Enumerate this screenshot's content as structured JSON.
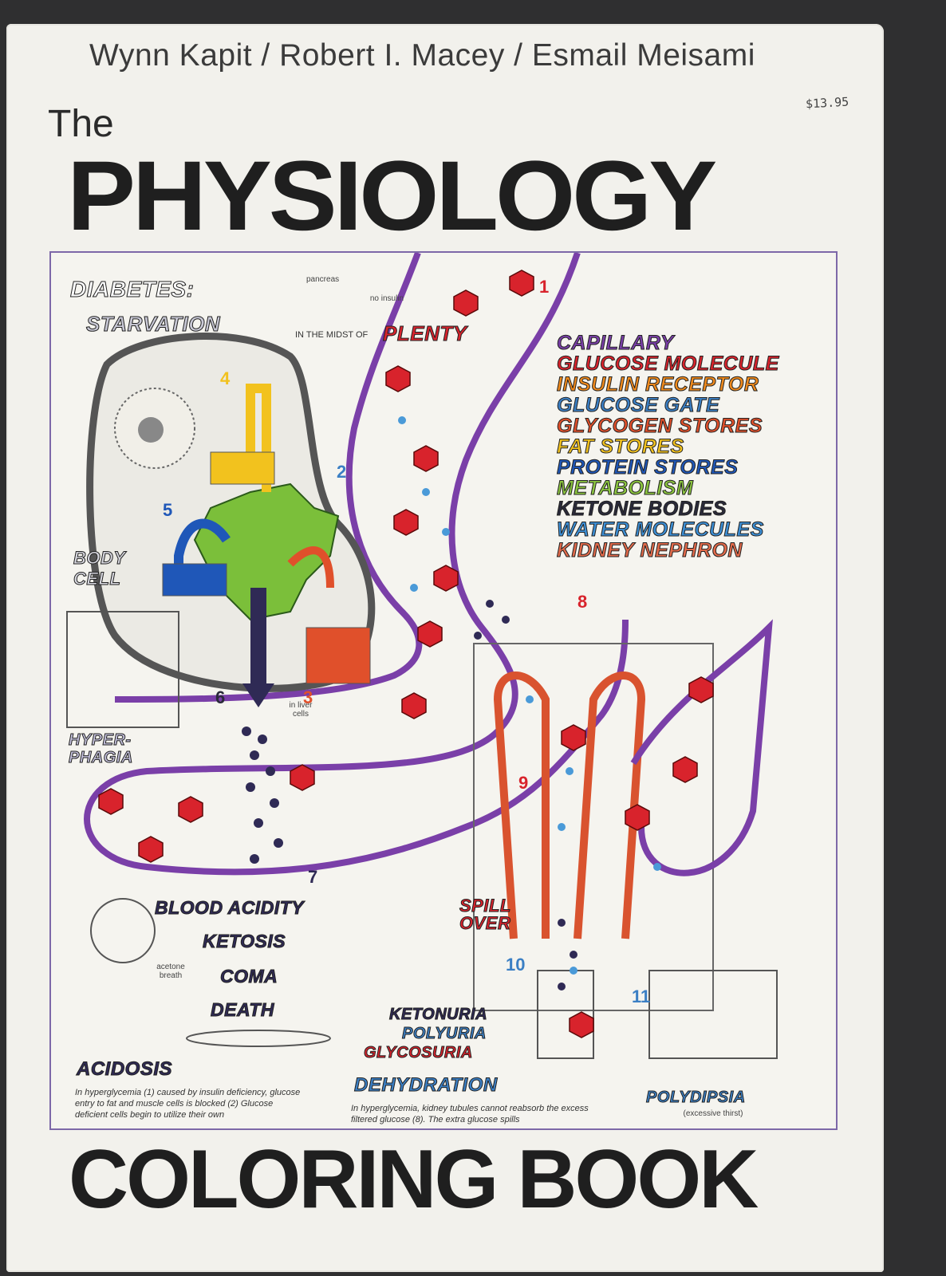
{
  "authors": "Wynn Kapit / Robert I. Macey / Esmail Meisami",
  "price": "$13.95",
  "title_the": "The",
  "title_main": "PHYSIOLOGY",
  "title_bottom": "COLORING BOOK",
  "illustration": {
    "heading_1": "DIABETES:",
    "heading_2": "STARVATION",
    "heading_3": "IN THE MIDST OF",
    "heading_4": "PLENTY",
    "pancreas": "pancreas",
    "no_insulin": "no insulin",
    "body_cell": "BODY CELL",
    "hyperphagia": "HYPER-PHAGIA",
    "in_liver_cells": "in liver cells",
    "acetone_breath": "acetone breath",
    "spill_over": "SPILL OVER",
    "numbers": [
      "1",
      "2",
      "3",
      "4",
      "5",
      "6",
      "7",
      "8",
      "9",
      "10",
      "11"
    ],
    "acidosis_stack": [
      "BLOOD ACIDITY",
      "KETOSIS",
      "COMA",
      "DEATH"
    ],
    "urine_stack": [
      "KETONURIA",
      "POLYURIA",
      "GLYCOSURIA"
    ],
    "acidosis": "ACIDOSIS",
    "dehydration": "DEHYDRATION",
    "polydipsia": "POLYDIPSIA",
    "excessive_thirst": "(excessive thirst)",
    "text_left": "In hyperglycemia (1) caused by insulin deficiency, glucose entry to fat and muscle cells is blocked (2) Glucose deficient cells begin to utilize their own",
    "text_right": "In hyperglycemia, kidney tubules cannot reabsorb the excess filtered glucose (8). The extra glucose spills"
  },
  "key_terms": [
    {
      "label": "CAPILLARY",
      "color": "#7a3fa8"
    },
    {
      "label": "GLUCOSE MOLECULE",
      "color": "#d8232c"
    },
    {
      "label": "INSULIN RECEPTOR",
      "color": "#f08a1c"
    },
    {
      "label": "GLUCOSE GATE",
      "color": "#3b7fc4"
    },
    {
      "label": "GLYCOGEN STORES",
      "color": "#e0502b"
    },
    {
      "label": "FAT STORES",
      "color": "#f2c21e"
    },
    {
      "label": "PROTEIN STORES",
      "color": "#1f57b8"
    },
    {
      "label": "METABOLISM",
      "color": "#8cc63f"
    },
    {
      "label": "KETONE BODIES",
      "color": "#2a2a3a"
    },
    {
      "label": "WATER MOLECULES",
      "color": "#3c8fd6"
    },
    {
      "label": "KIDNEY NEPHRON",
      "color": "#e46b4b"
    }
  ],
  "colors": {
    "glucose": "#d8232c",
    "capillary": "#7a3fa8",
    "ketone": "#2f2a55",
    "water": "#4a9ad8",
    "nephron": "#d9532f",
    "metabolism": "#7bbf3a"
  }
}
